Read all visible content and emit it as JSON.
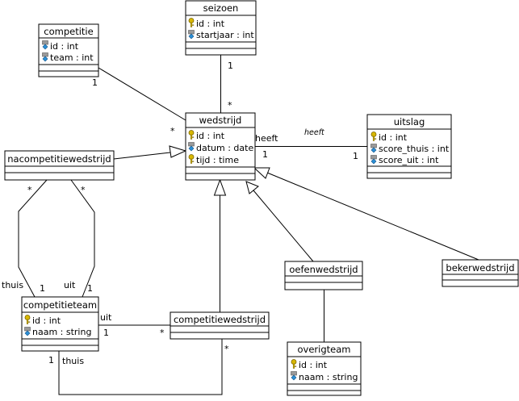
{
  "classes": {
    "seizoen": {
      "name": "seizoen",
      "attributes": [
        {
          "text": "id : int",
          "icon": "key-icon"
        },
        {
          "text": "startjaar : int",
          "icon": "attribute-icon"
        }
      ]
    },
    "competitie": {
      "name": "competitie",
      "attributes": [
        {
          "text": "id : int",
          "icon": "attribute-icon"
        },
        {
          "text": "team : int",
          "icon": "attribute-icon"
        }
      ]
    },
    "wedstrijd": {
      "name": "wedstrijd",
      "attributes": [
        {
          "text": "id : int",
          "icon": "key-icon"
        },
        {
          "text": "datum : date",
          "icon": "attribute-icon"
        },
        {
          "text": "tijd : time",
          "icon": "key-icon"
        }
      ]
    },
    "uitslag": {
      "name": "uitslag",
      "attributes": [
        {
          "text": "id : int",
          "icon": "key-icon"
        },
        {
          "text": "score_thuis : int",
          "icon": "attribute-icon"
        },
        {
          "text": "score_uit : int",
          "icon": "attribute-icon"
        }
      ]
    },
    "nacompetitiewedstrijd": {
      "name": "nacompetitiewedstrijd",
      "attributes": []
    },
    "oefenwedstrijd": {
      "name": "oefenwedstrijd",
      "attributes": []
    },
    "bekerwedstrijd": {
      "name": "bekerwedstrijd",
      "attributes": []
    },
    "competitieteam": {
      "name": "competitieteam",
      "attributes": [
        {
          "text": "id : int",
          "icon": "key-icon"
        },
        {
          "text": "naam : string",
          "icon": "attribute-icon"
        }
      ]
    },
    "competitiewedstrijd": {
      "name": "competitiewedstrijd",
      "attributes": []
    },
    "overigteam": {
      "name": "overigteam",
      "attributes": [
        {
          "text": "id : int",
          "icon": "key-icon"
        },
        {
          "text": "naam : string",
          "icon": "attribute-icon"
        }
      ]
    }
  },
  "labels": {
    "seizoen_mult": "1",
    "wedstrijd_seizoen_mult": "*",
    "competitie_mult": "1",
    "wedstrijd_competitie_mult": "*",
    "heeft_role": "heeft",
    "heeft_assoc": "heeft",
    "wedstrijd_uitslag_mult": "1",
    "uitslag_mult": "1",
    "nacomp_thuis_mult": "*",
    "nacomp_uit_mult": "*",
    "thuis_role_top": "thuis",
    "thuis_top_mult": "1",
    "uit_role_top": "uit",
    "uit_top_mult": "1",
    "uit_role_right": "uit",
    "team_uit_mult": "1",
    "compwedstrijd_uit_mult": "*",
    "team_thuis_mult": "1",
    "thuis_role_bottom": "thuis",
    "compwedstrijd_thuis_mult": "*"
  },
  "colors": {
    "class_fill": "#ffffff",
    "line": "#000000",
    "key_icon": "#d8b800",
    "attribute_icon": "#2a8fd6"
  }
}
